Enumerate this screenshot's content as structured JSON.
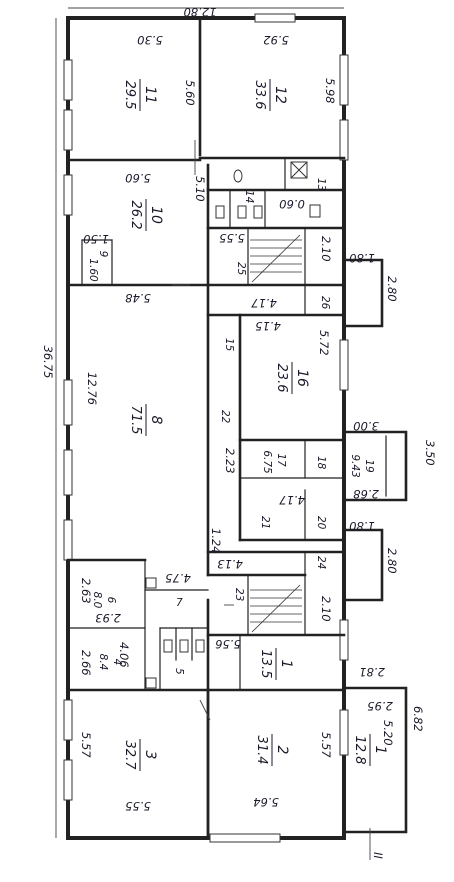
{
  "overall": {
    "length": "36.75",
    "width": "12.80"
  },
  "rooms": [
    {
      "id": "r11",
      "number": "11",
      "area": "29.5"
    },
    {
      "id": "r12",
      "number": "12",
      "area": "33.6"
    },
    {
      "id": "r10",
      "number": "10",
      "area": "26.2"
    },
    {
      "id": "r9",
      "number": "9",
      "area": "1.60"
    },
    {
      "id": "r8",
      "number": "8",
      "area": "71.5"
    },
    {
      "id": "r16",
      "number": "16",
      "area": "23.6"
    },
    {
      "id": "r17",
      "number": "17",
      "area": "6.75"
    },
    {
      "id": "r19",
      "number": "19",
      "area": "9.43"
    },
    {
      "id": "r6",
      "number": "6",
      "area": "8.0"
    },
    {
      "id": "r4",
      "number": "4",
      "area": "8.4"
    },
    {
      "id": "r1s",
      "number": "1",
      "area": "13.5"
    },
    {
      "id": "r3",
      "number": "3",
      "area": "32.7"
    },
    {
      "id": "r2",
      "number": "2",
      "area": "31.4"
    },
    {
      "id": "r1",
      "number": "1",
      "area": "12.8"
    }
  ],
  "labels": {
    "n13": "13",
    "n14": "14",
    "n25": "25",
    "n26": "26",
    "n15": "15",
    "n22": "22",
    "n18": "18",
    "n21": "21",
    "n20": "20",
    "n24": "24",
    "n23": "23",
    "n7": "7",
    "n5": "5",
    "sec_mark": "II"
  },
  "dimensions": {
    "d_530": "5.30",
    "d_592": "5.92",
    "d_560a": "5.60",
    "d_598": "5.98",
    "d_560b": "5.60",
    "d_510": "5.10",
    "d_060": "0.60",
    "d_555a": "5.55",
    "d_210a": "2.10",
    "d_150": "1.50",
    "d_180a": "1.80",
    "d_280a": "2.80",
    "d_548": "5.48",
    "d_417a": "4.17",
    "d_415": "4.15",
    "d_572": "5.72",
    "d_1276": "12.76",
    "d_223": "2.23",
    "d_300": "3.00",
    "d_350": "3.50",
    "d_268": "2.68",
    "d_417b": "4.17",
    "d_124": "1.24",
    "d_180b": "1.80",
    "d_280b": "2.80",
    "d_413": "4.13",
    "d_475": "4.75",
    "d_263": "2.63",
    "d_293": "2.93",
    "d_210b": "2.10",
    "d_266": "2.66",
    "d_406": "4.06",
    "d_556": "5.56",
    "d_281": "2.81",
    "d_295": "2.95",
    "d_520": "5.20",
    "d_682": "6.82",
    "d_557a": "5.57",
    "d_557b": "5.57",
    "d_555b": "5.55",
    "d_564": "5.64"
  }
}
